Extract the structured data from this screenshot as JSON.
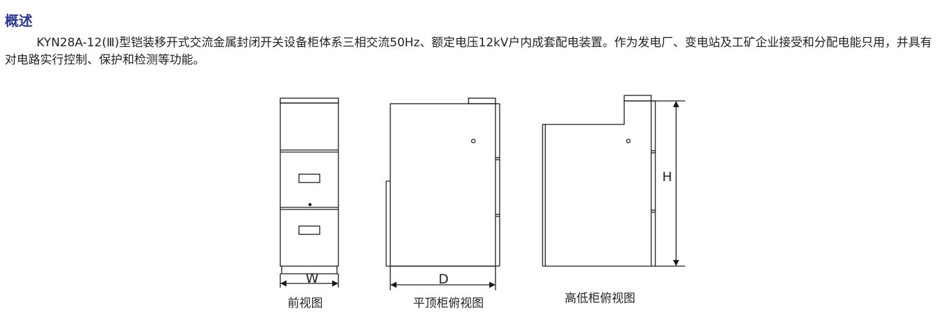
{
  "section": {
    "heading": "概述",
    "paragraph": "KYN28A-12(Ⅲ)型铠装移开式交流金属封闭开关设备柜体系三相交流50Hz、额定电压12kV户内成套配电装置。作为发电厂、变电站及工矿企业接受和分配电能只用，并具有对电路实行控制、保护和检测等功能。"
  },
  "figures": {
    "front_view": {
      "caption": "前视图",
      "dimension_label": "W"
    },
    "flat_top_view": {
      "caption": "平顶柜俯视图",
      "dimension_label": "D"
    },
    "high_low_view": {
      "caption": "高低柜俯视图",
      "dimension_label": "H"
    }
  },
  "colors": {
    "heading": "#2b3990",
    "text": "#222222",
    "line": "#1a1a1a"
  }
}
